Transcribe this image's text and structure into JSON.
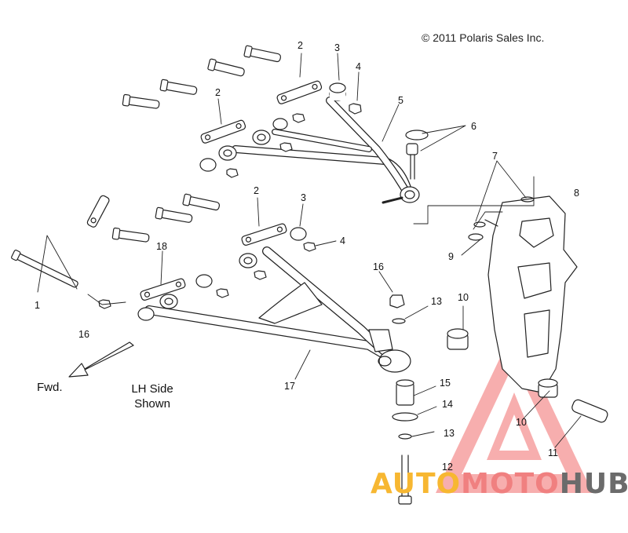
{
  "copyright": "© 2011 Polaris Sales Inc.",
  "captions": {
    "forward": "Fwd.",
    "side_line1": "LH Side",
    "side_line2": "Shown"
  },
  "callouts": [
    {
      "id": "c2a",
      "label": "2"
    },
    {
      "id": "c3a",
      "label": "3"
    },
    {
      "id": "c4a",
      "label": "4"
    },
    {
      "id": "c2b",
      "label": "2"
    },
    {
      "id": "c5",
      "label": "5"
    },
    {
      "id": "c6",
      "label": "6"
    },
    {
      "id": "c7",
      "label": "7"
    },
    {
      "id": "c8",
      "label": "8"
    },
    {
      "id": "c2c",
      "label": "2"
    },
    {
      "id": "c3b",
      "label": "3"
    },
    {
      "id": "c4b",
      "label": "4"
    },
    {
      "id": "c9",
      "label": "9"
    },
    {
      "id": "c18",
      "label": "18"
    },
    {
      "id": "c16a",
      "label": "16"
    },
    {
      "id": "c13a",
      "label": "13"
    },
    {
      "id": "c10a",
      "label": "10"
    },
    {
      "id": "c1",
      "label": "1"
    },
    {
      "id": "c16b",
      "label": "16"
    },
    {
      "id": "c17",
      "label": "17"
    },
    {
      "id": "c15",
      "label": "15"
    },
    {
      "id": "c14",
      "label": "14"
    },
    {
      "id": "c10b",
      "label": "10"
    },
    {
      "id": "c13b",
      "label": "13"
    },
    {
      "id": "c11",
      "label": "11"
    },
    {
      "id": "c12",
      "label": "12"
    }
  ],
  "watermark": {
    "part1": "AUTO",
    "part2": "MOTO",
    "part3": "HUB",
    "color_orange": "#f7b731",
    "color_red": "#f08080",
    "color_gray": "#6b6b6b"
  }
}
